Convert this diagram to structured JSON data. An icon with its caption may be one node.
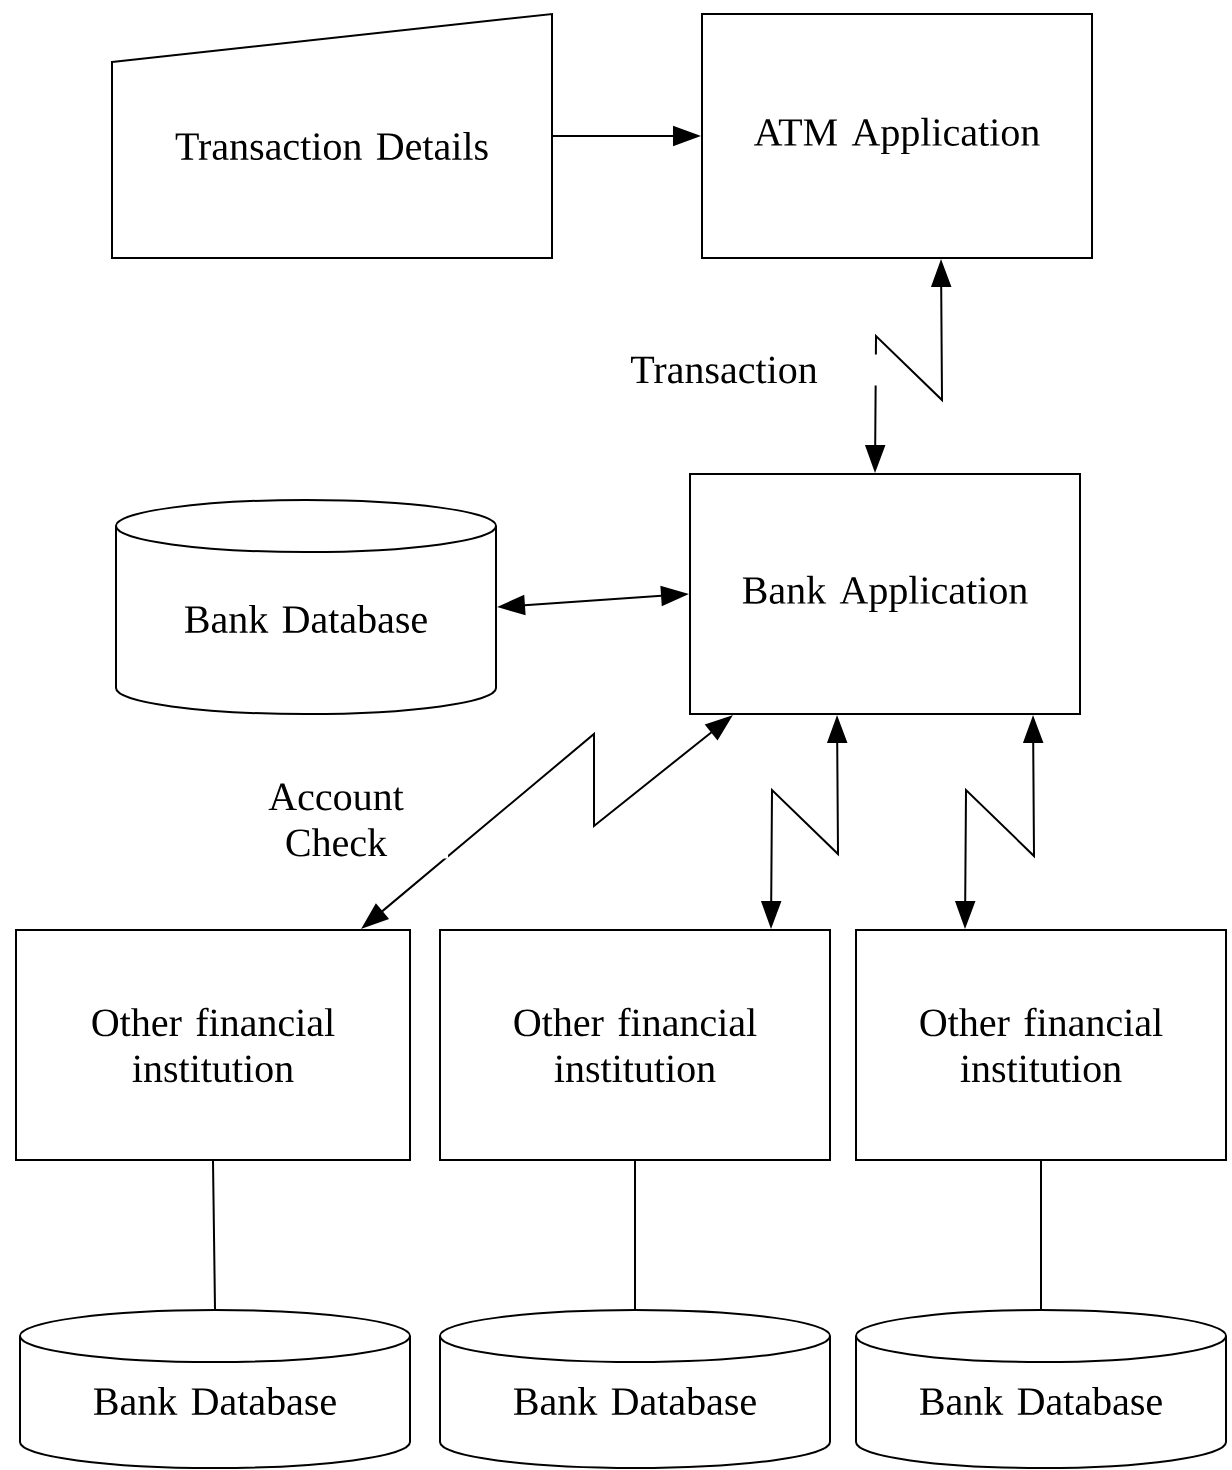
{
  "diagram": {
    "nodes": [
      {
        "text": [
          "Transaction Details"
        ]
      },
      {
        "text": [
          "ATM Application"
        ]
      },
      {
        "text": [
          "Bank Application"
        ]
      },
      {
        "text": [
          "Bank Database"
        ]
      },
      {
        "text": [
          "Other financial institution"
        ]
      },
      {
        "text": [
          "Other financial institution"
        ]
      },
      {
        "text": [
          "Other financial institution"
        ]
      },
      {
        "text": [
          "Bank Database"
        ]
      },
      {
        "text": [
          "Bank Database"
        ]
      },
      {
        "text": [
          "Bank Database"
        ]
      }
    ],
    "edges": [
      {
        "from": 0,
        "to": 1,
        "arrow": "to"
      },
      {
        "from": 1,
        "to": 2,
        "arrow": "both",
        "label": "Transaction"
      },
      {
        "from": 3,
        "to": 2,
        "arrow": "both"
      },
      {
        "from": 2,
        "to": 4,
        "arrow": "both",
        "label": "Account Check"
      },
      {
        "from": 2,
        "to": 5,
        "arrow": "both"
      },
      {
        "from": 2,
        "to": 6,
        "arrow": "both"
      },
      {
        "from": 4,
        "to": 7,
        "arrow": "none"
      },
      {
        "from": 5,
        "to": 8,
        "arrow": "none"
      },
      {
        "from": 6,
        "to": 9,
        "arrow": "none"
      }
    ]
  }
}
